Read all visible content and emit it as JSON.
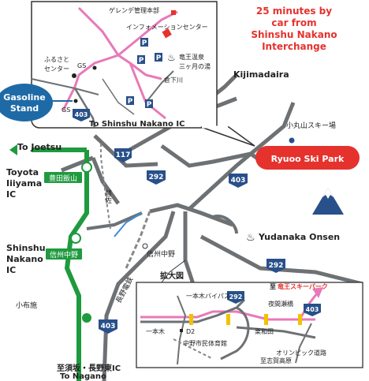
{
  "inset_top": {
    "labels": {
      "gerende": "ゲレンデ管理本部",
      "info_center": "インフォメーションセンター",
      "furusato_1": "ふるさと",
      "furusato_2": "センター",
      "gs_1": "GS",
      "gs_2": "GS",
      "ryuo_onsen_1": "竜王温泉",
      "ryuo_onsen_2": "三ヶ月の湯",
      "kurashita": "倉下川",
      "route_403": "403",
      "to_ic": "To Shinshu Nakano IC"
    },
    "parking_icon": "P"
  },
  "callout": {
    "line1": "25 minutes by",
    "line2": "car from",
    "line3": "Shinshu Nakano",
    "line4": "Interchange"
  },
  "gasoline": {
    "line1": "Gasoline",
    "line2": "Stand"
  },
  "main": {
    "kijimadaira": "Kijimadaira",
    "komaruyama": "小丸山スキー場",
    "ryuoo_ski_park": "Ryuoo Ski Park",
    "yudanaka": "Yudanaka Onsen",
    "to_joetsu": "To Joetsu",
    "toyota_1": "Toyota",
    "toyota_2": "Iiiyama",
    "toyota_3": "IC",
    "toyota_sign": "豊田飯山",
    "shinshu_1": "Shinshu",
    "shinshu_2": "Nakano",
    "shinshu_3": "IC",
    "shinshu_sign": "信州中野",
    "shinshu_nakano_jp": "信州中野",
    "nirasa": "替佐",
    "nagano_railway": "長野電鉄",
    "kakudai": "拡大図",
    "bottom_1": "至須坂・長野東IC",
    "bottom_2": "To Nagano",
    "obuse": "小布施",
    "route_117": "117",
    "route_292a": "292",
    "route_292b": "292",
    "route_403a": "403",
    "route_403b": "403"
  },
  "enlarged": {
    "to_ryuo_prefix": "至",
    "to_ryuo": "竜王スキーパーク",
    "ipponki_bypass": "一本木バイパス",
    "ipponki": "一本木",
    "d2": "D2",
    "yoma": "夜間瀬橋",
    "kuwanada": "栗和田",
    "nakano_hall": "中野市民体育館",
    "olympic_road": "オリンピック道路",
    "shiga": "至志賀高原",
    "route_292": "292",
    "route_403": "403"
  },
  "colors": {
    "pink_road": "#e879b8",
    "gray_road": "#6e7174",
    "expressway": "#1f9a3f",
    "route_shield": "#28508a",
    "ski_park_red": "#e5322d",
    "gas_blue": "#1e6aa6",
    "callout_red": "#e5322d",
    "rail": "#888888"
  }
}
